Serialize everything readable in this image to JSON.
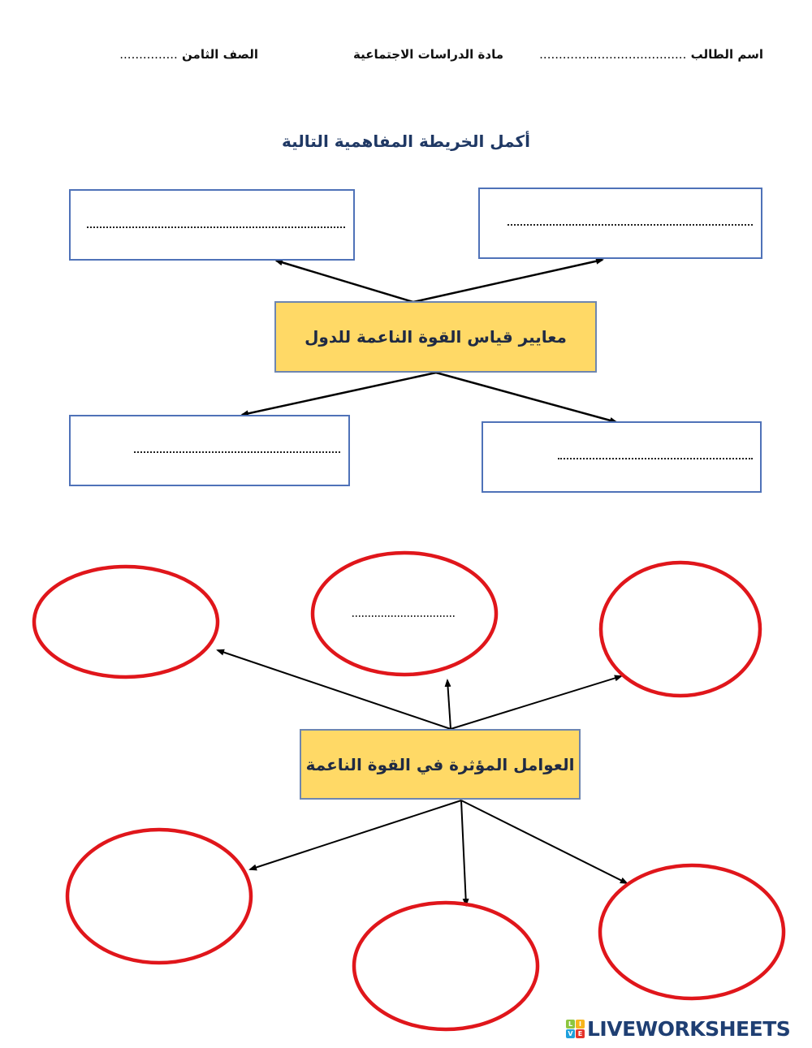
{
  "header": {
    "student_name_label": "اسم الطالب",
    "student_name_dots": "......................................",
    "subject_label": "مادة الدراسات الاجتماعية",
    "grade_label": "الصف الثامن",
    "grade_dots": "..............."
  },
  "title": "أكمل الخريطة المفاهمية التالية",
  "map1": {
    "central_label": "معايير قياس القوة الناعمة للدول",
    "answer_boxes": [
      {
        "position": "top-left",
        "value": ""
      },
      {
        "position": "top-right",
        "value": ""
      },
      {
        "position": "bottom-left",
        "value": ""
      },
      {
        "position": "bottom-right",
        "value": ""
      }
    ]
  },
  "map2": {
    "central_label": "العوامل المؤثرة في القوة الناعمة",
    "ovals": [
      {
        "position": "top-left",
        "value": ""
      },
      {
        "position": "top-center",
        "value": "",
        "has_dots": true
      },
      {
        "position": "top-right",
        "value": ""
      },
      {
        "position": "bottom-left",
        "value": ""
      },
      {
        "position": "bottom-center",
        "value": ""
      },
      {
        "position": "bottom-right",
        "value": ""
      }
    ]
  },
  "colors": {
    "title_blue": "#1f3864",
    "box_border": "#4f72b8",
    "central_fill": "#ffd966",
    "oval_red": "#e0161b",
    "brand_blue": "#1f3f73"
  },
  "brand": {
    "logo_letters": [
      "L",
      "I",
      "V",
      "E"
    ],
    "logo_colors": [
      "#8dc63f",
      "#f7b51b",
      "#1fa0dc",
      "#e5332a"
    ],
    "text": "LIVEWORKSHEETS"
  }
}
